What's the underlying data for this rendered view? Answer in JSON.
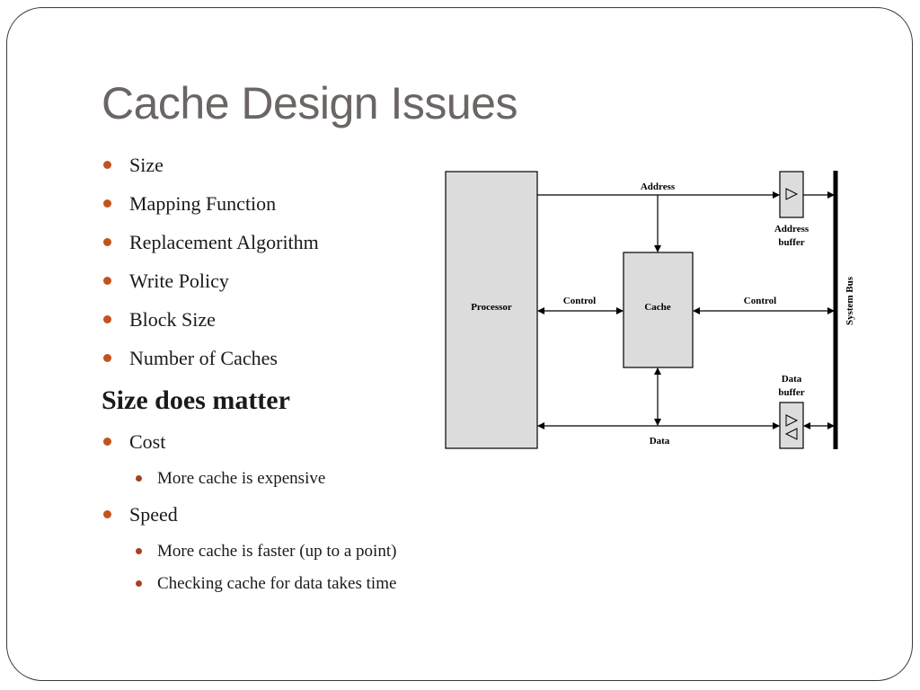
{
  "slide": {
    "title": "Cache Design Issues",
    "bullets_top": [
      "Size",
      "Mapping Function",
      "Replacement Algorithm",
      "Write Policy",
      "Block Size",
      "Number of Caches"
    ],
    "subheading": "Size does matter",
    "bullets_bottom": [
      {
        "text": "Cost",
        "subs": [
          "More cache is expensive"
        ]
      },
      {
        "text": "Speed",
        "subs": [
          "More cache is faster (up to a point)",
          "Checking cache for data takes time"
        ]
      }
    ]
  },
  "diagram": {
    "processor": "Processor",
    "cache": "Cache",
    "address": "Address",
    "control_left": "Control",
    "control_right": "Control",
    "data": "Data",
    "address_buffer_line1": "Address",
    "address_buffer_line2": "buffer",
    "data_buffer_line1": "Data",
    "data_buffer_line2": "buffer",
    "system_bus": "System Bus"
  },
  "colors": {
    "bullet": "#c4521e",
    "sub_bullet": "#a94021",
    "title": "#6b6564",
    "box_fill": "#dcdcdc"
  }
}
